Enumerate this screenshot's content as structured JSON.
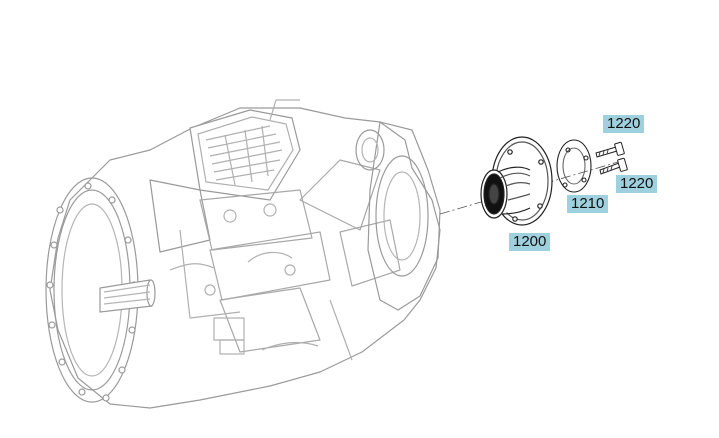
{
  "callouts": [
    {
      "id": "c1220a",
      "label": "1220"
    },
    {
      "id": "c1220b",
      "label": "1220"
    },
    {
      "id": "c1210",
      "label": "1210"
    },
    {
      "id": "c1200",
      "label": "1200"
    }
  ],
  "colors": {
    "callout_fill": "#9fd0de",
    "drawing_line": "#8a8a8a",
    "part_line": "#222222"
  }
}
